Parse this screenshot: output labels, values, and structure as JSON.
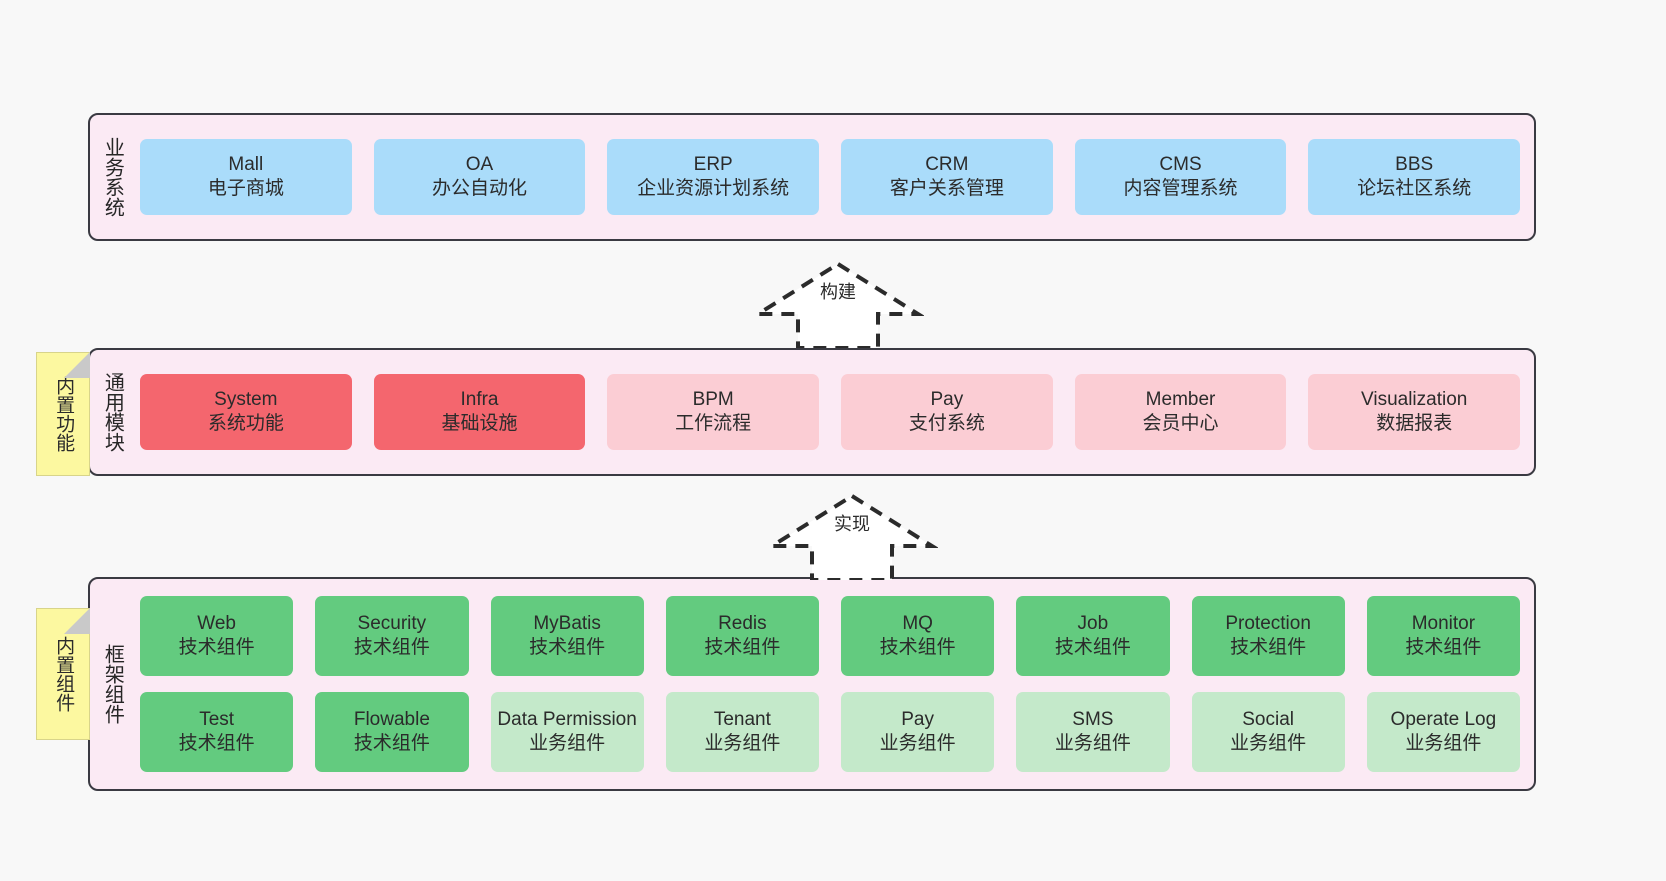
{
  "background_color": "#f8f8f8",
  "layers": [
    {
      "id": "business",
      "title": "业务系统",
      "band_color": "#fbeaf4",
      "border_color": "#3a3a42",
      "rows": [
        {
          "cards": [
            {
              "en": "Mall",
              "cn": "电子商城",
              "color": "#aadcfa"
            },
            {
              "en": "OA",
              "cn": "办公自动化",
              "color": "#aadcfa"
            },
            {
              "en": "ERP",
              "cn": "企业资源计划系统",
              "color": "#aadcfa"
            },
            {
              "en": "CRM",
              "cn": "客户关系管理",
              "color": "#aadcfa"
            },
            {
              "en": "CMS",
              "cn": "内容管理系统",
              "color": "#aadcfa"
            },
            {
              "en": "BBS",
              "cn": "论坛社区系统",
              "color": "#aadcfa"
            }
          ]
        }
      ]
    },
    {
      "id": "common",
      "title": "通用模块",
      "band_color": "#fbeaf4",
      "border_color": "#3a3a42",
      "sticky": "内置功能",
      "rows": [
        {
          "cards": [
            {
              "en": "System",
              "cn": "系统功能",
              "color": "#f4666e"
            },
            {
              "en": "Infra",
              "cn": "基础设施",
              "color": "#f4666e"
            },
            {
              "en": "BPM",
              "cn": "工作流程",
              "color": "#fbcdd4"
            },
            {
              "en": "Pay",
              "cn": "支付系统",
              "color": "#fbcdd4"
            },
            {
              "en": "Member",
              "cn": "会员中心",
              "color": "#fbcdd4"
            },
            {
              "en": "Visualization",
              "cn": "数据报表",
              "color": "#fbcdd4"
            }
          ]
        }
      ]
    },
    {
      "id": "framework",
      "title": "框架组件",
      "band_color": "#fbeaf4",
      "border_color": "#3a3a42",
      "sticky": "内置组件",
      "rows": [
        {
          "cards": [
            {
              "en": "Web",
              "cn": "技术组件",
              "color": "#63cb7f"
            },
            {
              "en": "Security",
              "cn": "技术组件",
              "color": "#63cb7f"
            },
            {
              "en": "MyBatis",
              "cn": "技术组件",
              "color": "#63cb7f"
            },
            {
              "en": "Redis",
              "cn": "技术组件",
              "color": "#63cb7f"
            },
            {
              "en": "MQ",
              "cn": "技术组件",
              "color": "#63cb7f"
            },
            {
              "en": "Job",
              "cn": "技术组件",
              "color": "#63cb7f"
            },
            {
              "en": "Protection",
              "cn": "技术组件",
              "color": "#63cb7f"
            },
            {
              "en": "Monitor",
              "cn": "技术组件",
              "color": "#63cb7f"
            }
          ]
        },
        {
          "cards": [
            {
              "en": "Test",
              "cn": "技术组件",
              "color": "#63cb7f"
            },
            {
              "en": "Flowable",
              "cn": "技术组件",
              "color": "#63cb7f"
            },
            {
              "en": "Data Permission",
              "cn": "业务组件",
              "color": "#c4e9ca"
            },
            {
              "en": "Tenant",
              "cn": "业务组件",
              "color": "#c4e9ca"
            },
            {
              "en": "Pay",
              "cn": "业务组件",
              "color": "#c4e9ca"
            },
            {
              "en": "SMS",
              "cn": "业务组件",
              "color": "#c4e9ca"
            },
            {
              "en": "Social",
              "cn": "业务组件",
              "color": "#c4e9ca"
            },
            {
              "en": "Operate Log",
              "cn": "业务组件",
              "color": "#c4e9ca"
            }
          ]
        }
      ]
    }
  ],
  "arrows": [
    {
      "id": "build",
      "label": "构建",
      "direction": "up",
      "style": "dashed-block"
    },
    {
      "id": "impl",
      "label": "实现",
      "direction": "up",
      "style": "dashed-block"
    }
  ]
}
